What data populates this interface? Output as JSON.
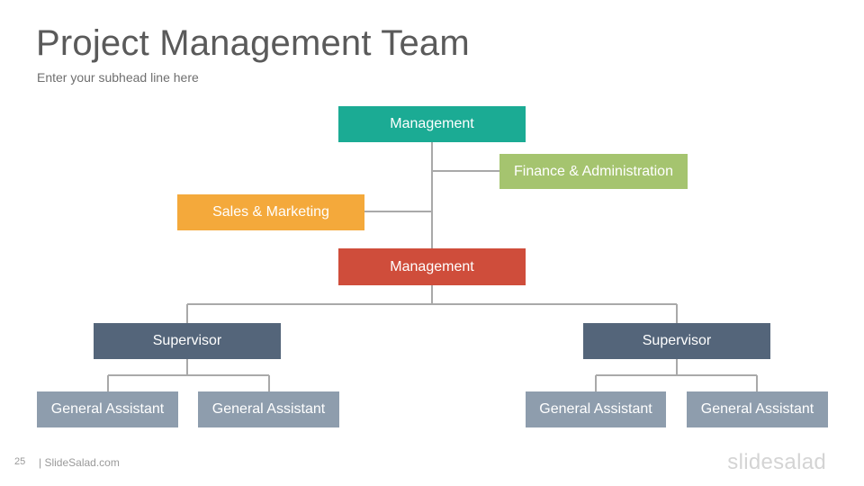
{
  "slide": {
    "title": "Project Management Team",
    "subhead": "Enter your subhead line here",
    "page_number": "25",
    "source": "| SlideSalad.com",
    "brand": "slidesalad"
  },
  "org_chart": {
    "top": {
      "label": "Management",
      "color": "#1bab94"
    },
    "finance": {
      "label": "Finance & Administration",
      "color": "#a5c46f"
    },
    "sales": {
      "label": "Sales & Marketing",
      "color": "#f4a93b"
    },
    "middle": {
      "label": "Management",
      "color": "#cf4d3b"
    },
    "supervisors": [
      {
        "label": "Supervisor",
        "color": "#54657a",
        "assistants": [
          {
            "label": "General Assistant"
          },
          {
            "label": "General Assistant"
          }
        ]
      },
      {
        "label": "Supervisor",
        "color": "#54657a",
        "assistants": [
          {
            "label": "General Assistant"
          },
          {
            "label": "General Assistant"
          }
        ]
      }
    ],
    "assistant_color": "#8e9dad",
    "connector_color": "#a9a9a9"
  }
}
